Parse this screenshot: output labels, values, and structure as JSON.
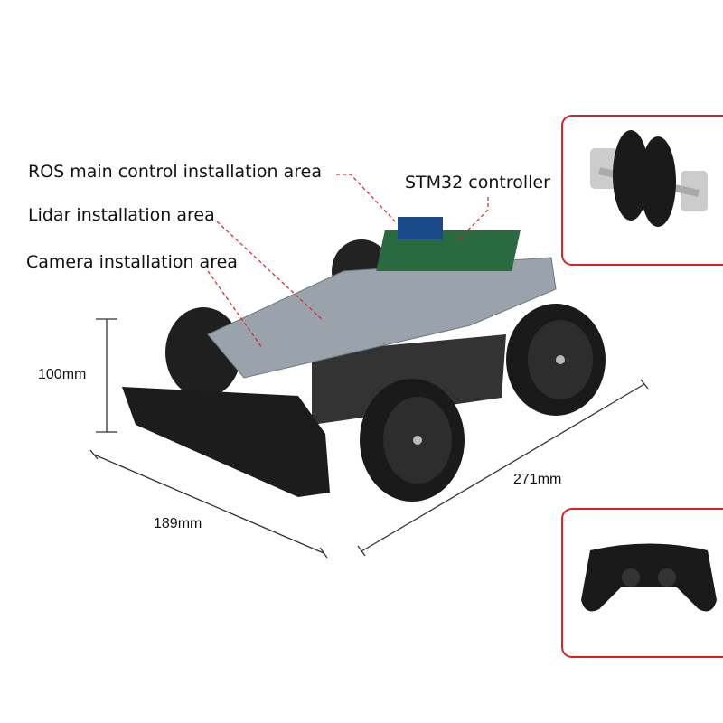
{
  "annotations": {
    "ros_area": "ROS main control installation area",
    "lidar_area": "Lidar installation area",
    "camera_area": "Camera installation area",
    "stm32": "STM32 controller"
  },
  "dimensions": {
    "height": "100mm",
    "width": "189mm",
    "length": "271mm"
  },
  "colors": {
    "leader_line": "#e02020",
    "inset_border": "#e02020"
  },
  "insets": [
    {
      "name": "omni-wheel-assembly"
    },
    {
      "name": "gamepad-controller"
    }
  ]
}
